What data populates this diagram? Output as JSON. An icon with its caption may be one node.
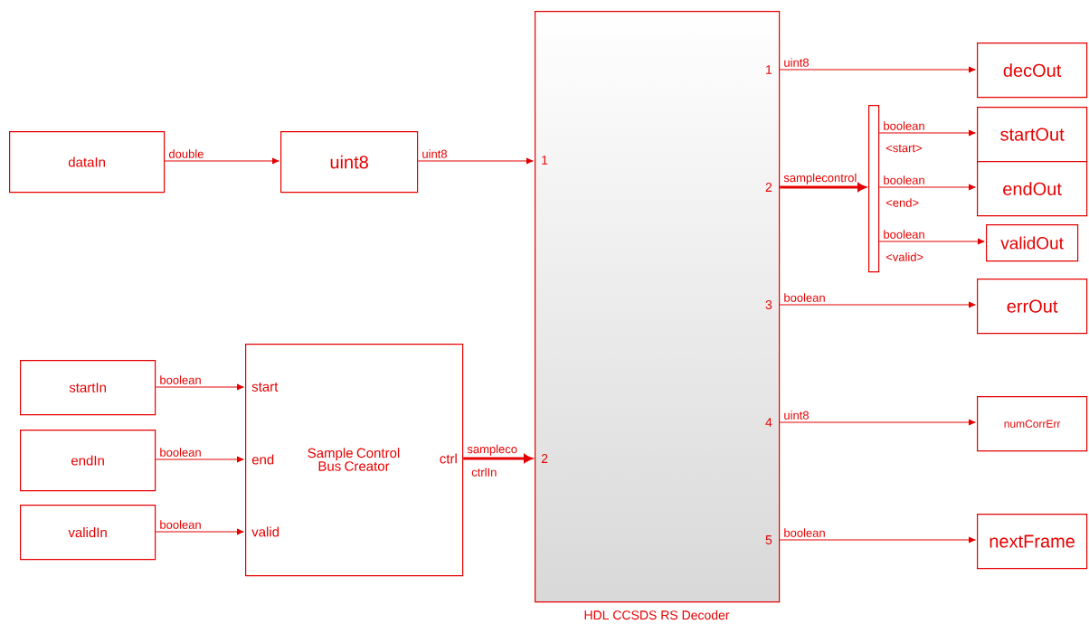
{
  "diagram": {
    "nodes": [
      {
        "text": [
          "dataIn"
        ]
      },
      {
        "text": [
          "uint8"
        ]
      },
      {
        "text": [
          "startIn"
        ]
      },
      {
        "text": [
          "endIn"
        ]
      },
      {
        "text": [
          "validIn"
        ]
      },
      {
        "text": [
          "start",
          "end",
          "valid",
          "Sample Control Bus Creator",
          "ctrl"
        ]
      },
      {
        "text": [
          "1",
          "2",
          "1",
          "2",
          "3",
          "4",
          "5"
        ],
        "beside": [
          "HDL CCSDS RS Decoder"
        ]
      },
      {
        "text": [],
        "shape": "bar"
      },
      {
        "text": [
          "decOut"
        ]
      },
      {
        "text": [
          "startOut"
        ]
      },
      {
        "text": [
          "endOut"
        ]
      },
      {
        "text": [
          "validOut"
        ]
      },
      {
        "text": [
          "errOut"
        ]
      },
      {
        "text": [
          "numCorrErr"
        ]
      },
      {
        "text": [
          "nextFrame"
        ]
      }
    ],
    "edges": [
      {
        "from": 0,
        "to": 1,
        "arrow": "to",
        "label": "double"
      },
      {
        "from": 1,
        "to": 6,
        "arrow": "to",
        "label": "uint8"
      },
      {
        "from": 2,
        "to": 5,
        "arrow": "to",
        "label": "boolean"
      },
      {
        "from": 3,
        "to": 5,
        "arrow": "to",
        "label": "boolean"
      },
      {
        "from": 4,
        "to": 5,
        "arrow": "to",
        "label": "boolean"
      },
      {
        "from": 5,
        "to": 6,
        "arrow": "to",
        "label": "sampleco",
        "style": "thick"
      },
      {
        "from": 6,
        "to": 8,
        "arrow": "to",
        "label": "uint8"
      },
      {
        "from": 6,
        "to": 7,
        "arrow": "to",
        "label": "samplecontrol",
        "style": "thick"
      },
      {
        "from": 7,
        "to": 9,
        "arrow": "to",
        "label": "boolean"
      },
      {
        "from": 7,
        "to": 10,
        "arrow": "to",
        "label": "boolean"
      },
      {
        "from": 7,
        "to": 11,
        "arrow": "to",
        "label": "boolean"
      },
      {
        "from": 6,
        "to": 12,
        "arrow": "to",
        "label": "boolean"
      },
      {
        "from": 6,
        "to": 13,
        "arrow": "to",
        "label": "uint8"
      },
      {
        "from": 6,
        "to": 14,
        "arrow": "to",
        "label": "boolean"
      }
    ],
    "labels": [
      "<start>",
      "<end>",
      "<valid>",
      "ctrlIn"
    ]
  }
}
